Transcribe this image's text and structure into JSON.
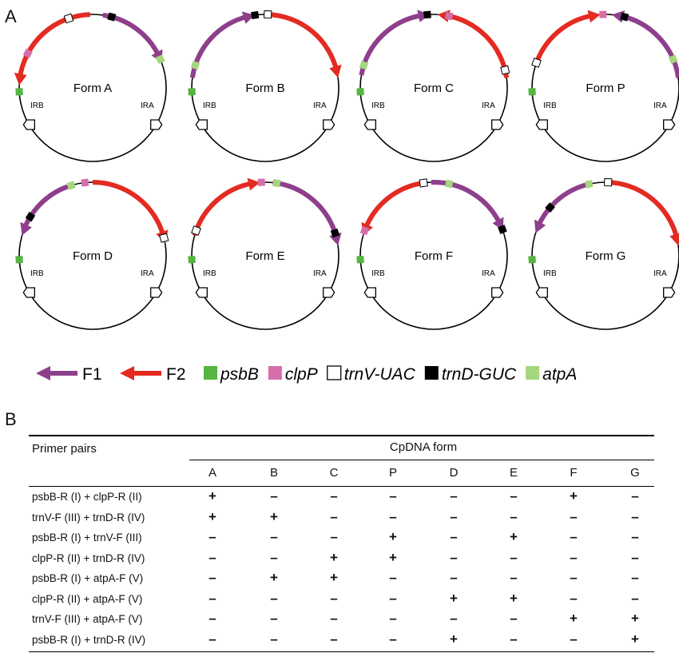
{
  "panels": {
    "a_label": "A",
    "b_label": "B"
  },
  "colors": {
    "F1": "#8e3f8c",
    "F2": "#e32b22",
    "psbB": "#55b540",
    "clpP": "#d46ea9",
    "trnV": "#ffffff",
    "trnD": "#000000",
    "atpA": "#a4d77d"
  },
  "forms": [
    {
      "label": "Form A",
      "arcs": [
        {
          "type": "F2",
          "from": 268,
          "to": 182
        },
        {
          "type": "F1",
          "from": 278,
          "to": 340
        }
      ],
      "markers": [
        {
          "type": "clpP",
          "angle": 208
        },
        {
          "type": "trnV",
          "angle": 251
        },
        {
          "type": "trnD",
          "angle": 285
        },
        {
          "type": "atpA",
          "angle": 337
        },
        {
          "type": "psbB",
          "angle": 177
        }
      ]
    },
    {
      "label": "Form B",
      "arcs": [
        {
          "type": "F1",
          "from": 188,
          "to": 262
        },
        {
          "type": "F2",
          "from": 272,
          "to": 352
        }
      ],
      "markers": [
        {
          "type": "atpA",
          "angle": 198
        },
        {
          "type": "psbB",
          "angle": 177
        },
        {
          "type": "trnD",
          "angle": 262
        },
        {
          "type": "trnV",
          "angle": 272
        }
      ]
    },
    {
      "label": "Form C",
      "arcs": [
        {
          "type": "F1",
          "from": 190,
          "to": 267
        },
        {
          "type": "F2",
          "from": 352,
          "to": 273
        }
      ],
      "markers": [
        {
          "type": "atpA",
          "angle": 198
        },
        {
          "type": "psbB",
          "angle": 177
        },
        {
          "type": "trnD",
          "angle": 265
        },
        {
          "type": "clpP",
          "angle": 282
        },
        {
          "type": "trnV",
          "angle": 346
        }
      ]
    },
    {
      "label": "Form P",
      "arcs": [
        {
          "type": "F2",
          "from": 198,
          "to": 266
        },
        {
          "type": "F1",
          "from": 352,
          "to": 275
        }
      ],
      "markers": [
        {
          "type": "trnV",
          "angle": 200
        },
        {
          "type": "psbB",
          "angle": 177
        },
        {
          "type": "clpP",
          "angle": 268
        },
        {
          "type": "trnD",
          "angle": 285
        },
        {
          "type": "atpA",
          "angle": 337
        }
      ]
    },
    {
      "label": "Form D",
      "arcs": [
        {
          "type": "F1",
          "from": 250,
          "to": 196
        },
        {
          "type": "F2",
          "from": 270,
          "to": 350
        }
      ],
      "markers": [
        {
          "type": "atpA",
          "angle": 253
        },
        {
          "type": "clpP",
          "angle": 264
        },
        {
          "type": "trnD",
          "angle": 212
        },
        {
          "type": "psbB",
          "angle": 177
        },
        {
          "type": "trnV",
          "angle": 346
        }
      ]
    },
    {
      "label": "Form E",
      "arcs": [
        {
          "type": "F2",
          "from": 196,
          "to": 266
        },
        {
          "type": "F1",
          "from": 276,
          "to": 352
        }
      ],
      "markers": [
        {
          "type": "trnV",
          "angle": 200
        },
        {
          "type": "psbB",
          "angle": 177
        },
        {
          "type": "clpP",
          "angle": 267
        },
        {
          "type": "atpA",
          "angle": 279
        },
        {
          "type": "trnD",
          "angle": 342
        }
      ]
    },
    {
      "label": "Form F",
      "arcs": [
        {
          "type": "F2",
          "from": 262,
          "to": 196
        },
        {
          "type": "F1",
          "from": 268,
          "to": 340
        }
      ],
      "markers": [
        {
          "type": "clpP",
          "angle": 200
        },
        {
          "type": "psbB",
          "angle": 177
        },
        {
          "type": "trnV",
          "angle": 262
        },
        {
          "type": "atpA",
          "angle": 282
        },
        {
          "type": "trnD",
          "angle": 339
        }
      ]
    },
    {
      "label": "Form G",
      "arcs": [
        {
          "type": "F1",
          "from": 258,
          "to": 198
        },
        {
          "type": "F2",
          "from": 270,
          "to": 352
        }
      ],
      "markers": [
        {
          "type": "atpA",
          "angle": 257
        },
        {
          "type": "trnD",
          "angle": 221
        },
        {
          "type": "psbB",
          "angle": 177
        },
        {
          "type": "trnV",
          "angle": 272
        }
      ]
    }
  ],
  "ir_labels": {
    "irb": "IRB",
    "ira": "IRA"
  },
  "legend": [
    {
      "kind": "arrow",
      "type": "F1",
      "label": "F1"
    },
    {
      "kind": "arrow",
      "type": "F2",
      "label": "F2"
    },
    {
      "kind": "box",
      "type": "psbB",
      "label": "psbB"
    },
    {
      "kind": "box",
      "type": "clpP",
      "label": "clpP"
    },
    {
      "kind": "box",
      "type": "trnV",
      "label": "trnV-UAC"
    },
    {
      "kind": "box",
      "type": "trnD",
      "label": "trnD-GUC"
    },
    {
      "kind": "box",
      "type": "atpA",
      "label": "atpA"
    }
  ],
  "table": {
    "primer_header": "Primer pairs",
    "group_header": "CpDNA form",
    "columns": [
      "A",
      "B",
      "C",
      "P",
      "D",
      "E",
      "F",
      "G"
    ],
    "rows": [
      {
        "primer": "psbB-R (I) + clpP-R (II)",
        "cells": [
          "+",
          "–",
          "–",
          "–",
          "–",
          "–",
          "+",
          "–"
        ]
      },
      {
        "primer": "trnV-F (III) + trnD-R (IV)",
        "cells": [
          "+",
          "+",
          "–",
          "–",
          "–",
          "–",
          "–",
          "–"
        ]
      },
      {
        "primer": "psbB-R (I) + trnV-F (III)",
        "cells": [
          "–",
          "–",
          "–",
          "+",
          "–",
          "+",
          "–",
          "–"
        ]
      },
      {
        "primer": "clpP-R (II) + trnD-R (IV)",
        "cells": [
          "–",
          "–",
          "+",
          "+",
          "–",
          "–",
          "–",
          "–"
        ]
      },
      {
        "primer": "psbB-R (I) + atpA-F (V)",
        "cells": [
          "–",
          "+",
          "+",
          "–",
          "–",
          "–",
          "–",
          "–"
        ]
      },
      {
        "primer": "clpP-R (II) + atpA-F (V)",
        "cells": [
          "–",
          "–",
          "–",
          "–",
          "+",
          "+",
          "–",
          "–"
        ]
      },
      {
        "primer": "trnV-F (III) + atpA-F (V)",
        "cells": [
          "–",
          "–",
          "–",
          "–",
          "–",
          "–",
          "+",
          "+"
        ]
      },
      {
        "primer": "psbB-R (I) + trnD-R (IV)",
        "cells": [
          "–",
          "–",
          "–",
          "–",
          "+",
          "–",
          "–",
          "+"
        ]
      }
    ]
  }
}
